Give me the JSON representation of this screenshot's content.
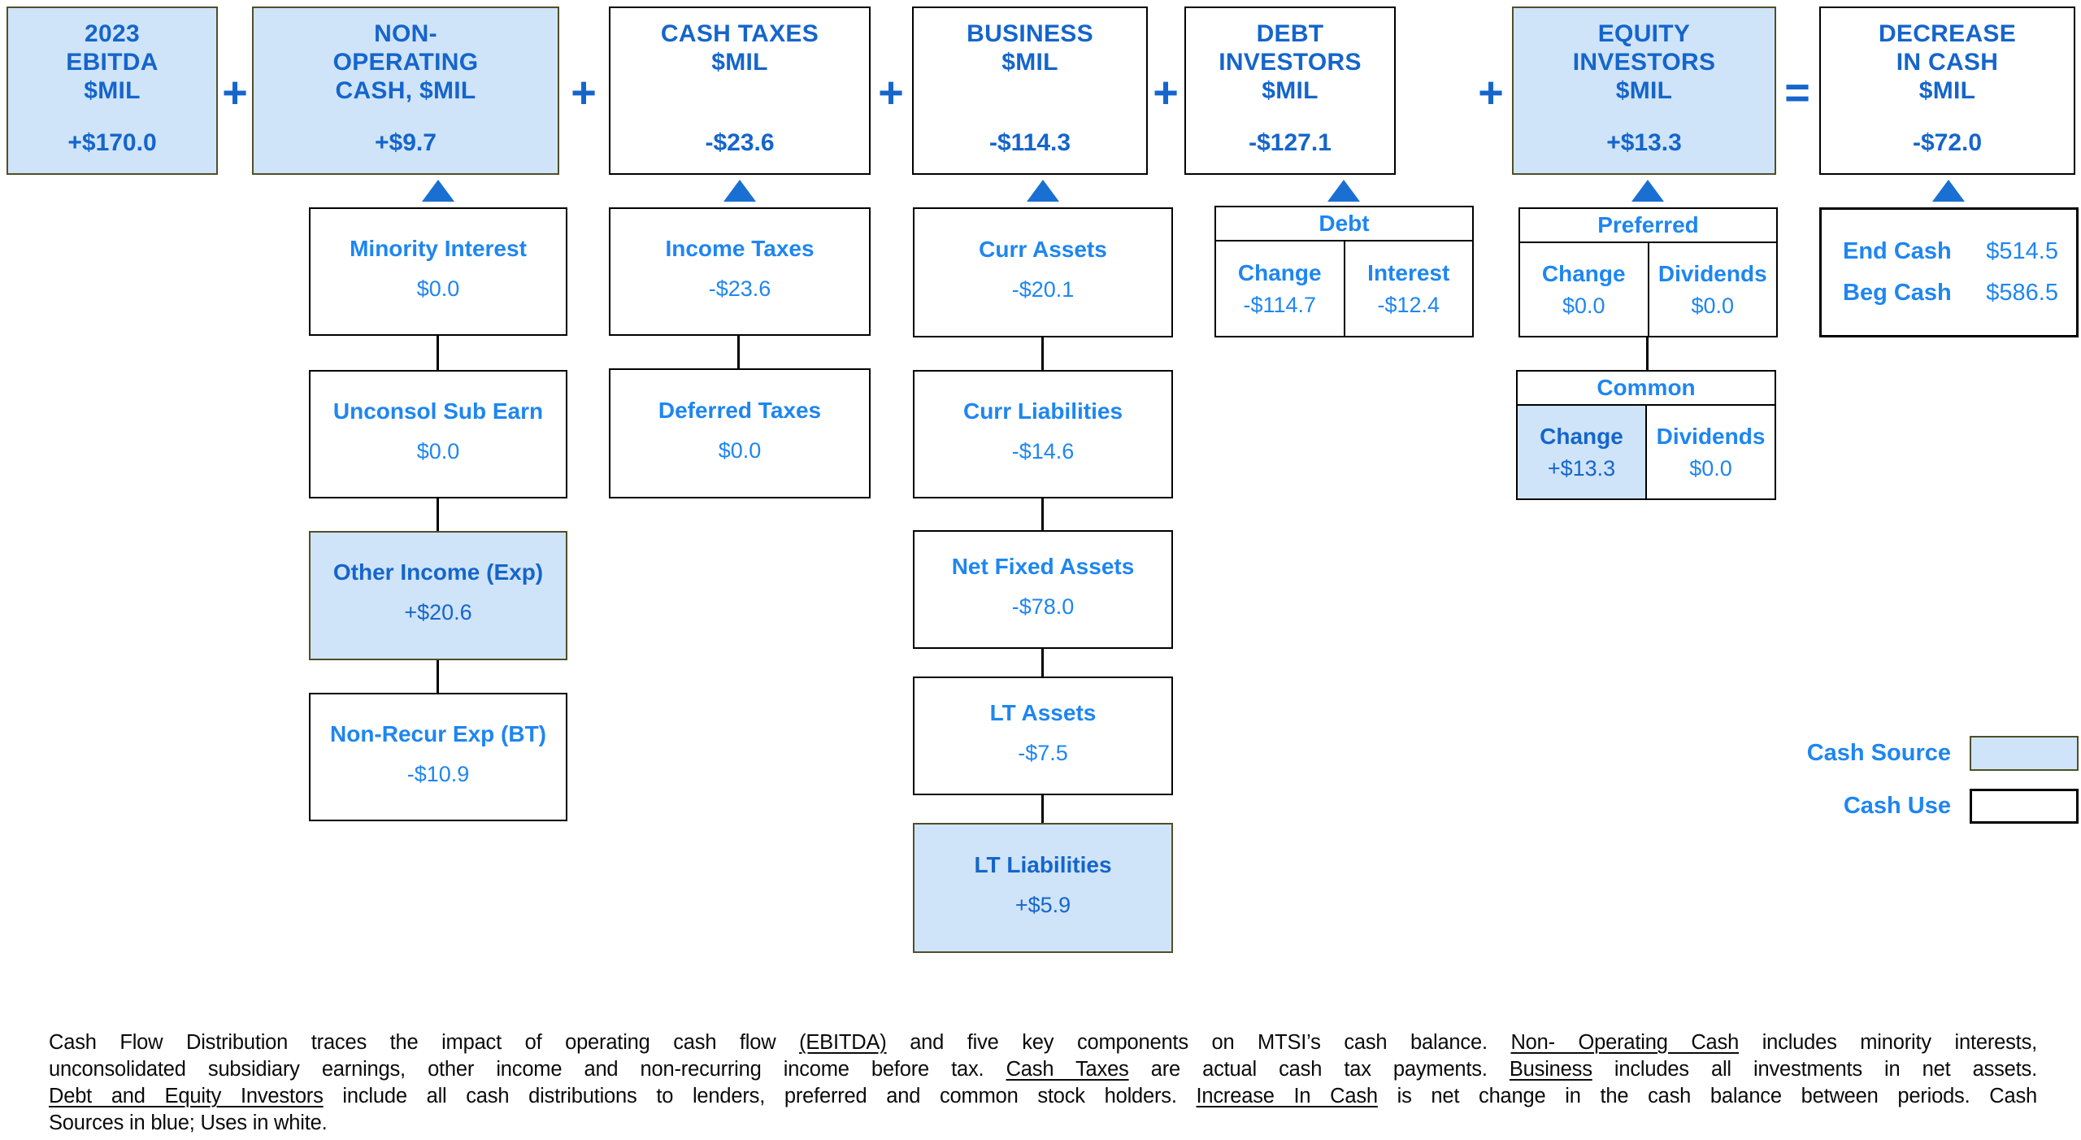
{
  "colors": {
    "source_fill": "#cfe4f8",
    "source_border": "#4f4f28",
    "accent_dark": "#1565cb",
    "accent": "#1e86f0"
  },
  "operators": {
    "plus": "+",
    "equals": "="
  },
  "flow": {
    "columns": [
      {
        "id": "ebitda",
        "box": {
          "lines": [
            "2023",
            "EBITDA",
            "$MIL"
          ],
          "value": "+$170.0",
          "type": "source"
        }
      },
      {
        "id": "non-operating-cash",
        "box": {
          "lines": [
            "NON-",
            "OPERATING",
            "CASH, $MIL"
          ],
          "value": "+$9.7",
          "type": "source"
        },
        "children": [
          {
            "label": "Minority Interest",
            "value": "$0.0",
            "type": "use"
          },
          {
            "label": "Unconsol Sub Earn",
            "value": "$0.0",
            "type": "use"
          },
          {
            "label": "Other Income (Exp)",
            "value": "+$20.6",
            "type": "source"
          },
          {
            "label": "Non-Recur Exp (BT)",
            "value": "-$10.9",
            "type": "use"
          }
        ]
      },
      {
        "id": "cash-taxes",
        "box": {
          "lines": [
            "CASH TAXES",
            "$MIL"
          ],
          "value": "-$23.6",
          "type": "use"
        },
        "children": [
          {
            "label": "Income Taxes",
            "value": "-$23.6",
            "type": "use"
          },
          {
            "label": "Deferred Taxes",
            "value": "$0.0",
            "type": "use"
          }
        ]
      },
      {
        "id": "business",
        "box": {
          "lines": [
            "BUSINESS",
            "$MIL"
          ],
          "value": "-$114.3",
          "type": "use"
        },
        "children": [
          {
            "label": "Curr Assets",
            "value": "-$20.1",
            "type": "use"
          },
          {
            "label": "Curr Liabilities",
            "value": "-$14.6",
            "type": "use"
          },
          {
            "label": "Net Fixed Assets",
            "value": "-$78.0",
            "type": "use"
          },
          {
            "label": "LT Assets",
            "value": "-$7.5",
            "type": "use"
          },
          {
            "label": "LT Liabilities",
            "value": "+$5.9",
            "type": "source"
          }
        ]
      },
      {
        "id": "debt-investors",
        "box": {
          "lines": [
            "DEBT",
            "INVESTORS",
            "$MIL"
          ],
          "value": "-$127.1",
          "type": "use"
        },
        "table": {
          "header": "Debt",
          "cells": [
            {
              "label": "Change",
              "value": "-$114.7",
              "type": "use"
            },
            {
              "label": "Interest",
              "value": "-$12.4",
              "type": "use"
            }
          ]
        }
      },
      {
        "id": "equity-investors",
        "box": {
          "lines": [
            "EQUITY",
            "INVESTORS",
            "$MIL"
          ],
          "value": "+$13.3",
          "type": "source"
        },
        "tables": [
          {
            "header": "Preferred",
            "cells": [
              {
                "label": "Change",
                "value": "$0.0",
                "type": "use"
              },
              {
                "label": "Dividends",
                "value": "$0.0",
                "type": "use"
              }
            ]
          },
          {
            "header": "Common",
            "cells": [
              {
                "label": "Change",
                "value": "+$13.3",
                "type": "source"
              },
              {
                "label": "Dividends",
                "value": "$0.0",
                "type": "use"
              }
            ]
          }
        ]
      },
      {
        "id": "decrease-in-cash",
        "box": {
          "lines": [
            "DECREASE",
            "IN CASH",
            "$MIL"
          ],
          "value": "-$72.0",
          "type": "use"
        },
        "cash_rows": [
          {
            "label": "End Cash",
            "value": "$514.5"
          },
          {
            "label": "Beg Cash",
            "value": "$586.5"
          }
        ]
      }
    ]
  },
  "legend": {
    "source_label": "Cash Source",
    "use_label": "Cash Use"
  },
  "footnote": {
    "lines": [
      {
        "segments": [
          {
            "t": "Cash Flow Distribution traces the impact of operating cash flow ",
            "u": false
          },
          {
            "t": "(EBITDA)",
            "u": true
          },
          {
            "t": " and five key components on MTSI’s cash balance. ",
            "u": false
          },
          {
            "t": "Non- Operating Cash",
            "u": true
          },
          {
            "t": " includes minority interests,",
            "u": false
          }
        ]
      },
      {
        "segments": [
          {
            "t": "unconsolidated subsidiary earnings, other income and non-recurring income before tax. ",
            "u": false
          },
          {
            "t": "Cash Taxes",
            "u": true
          },
          {
            "t": " are actual cash tax payments. ",
            "u": false
          },
          {
            "t": "Business",
            "u": true
          },
          {
            "t": " includes all investments in net assets.",
            "u": false
          }
        ]
      },
      {
        "segments": [
          {
            "t": "Debt and Equity Investors",
            "u": true
          },
          {
            "t": " include all cash distributions to lenders, preferred and common stock holders. ",
            "u": false
          },
          {
            "t": "Increase In Cash",
            "u": true
          },
          {
            "t": " is net change in the cash balance between periods. Cash",
            "u": false
          }
        ]
      },
      {
        "segments": [
          {
            "t": "Sources in blue; Uses in white.",
            "u": false
          }
        ]
      }
    ]
  }
}
